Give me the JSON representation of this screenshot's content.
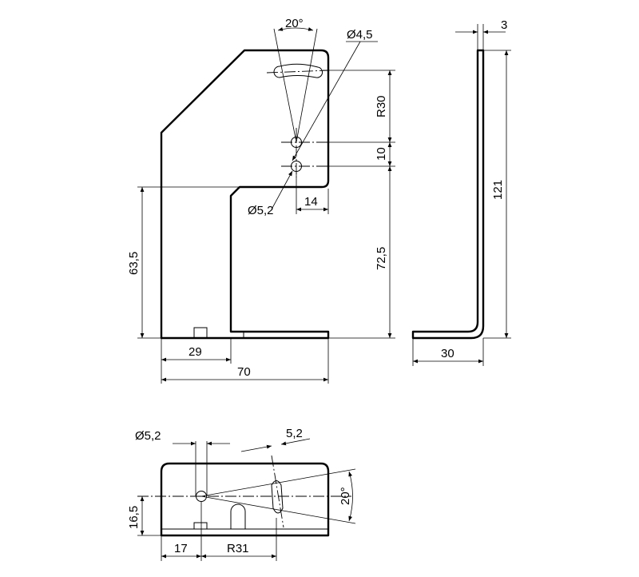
{
  "dimensions": {
    "d_20deg_top": "20°",
    "d_dia45": "Ø4,5",
    "d_3": "3",
    "d_r30": "R30",
    "d_10": "10",
    "d_121": "121",
    "d_dia52_front": "Ø5,2",
    "d_14": "14",
    "d_635": "63,5",
    "d_725": "72,5",
    "d_29": "29",
    "d_70": "70",
    "d_30": "30",
    "d_dia52_bottom": "Ø5,2",
    "d_52_slot": "5,2",
    "d_165": "16,5",
    "d_17": "17",
    "d_r31": "R31",
    "d_20deg_bottom": "20°"
  }
}
